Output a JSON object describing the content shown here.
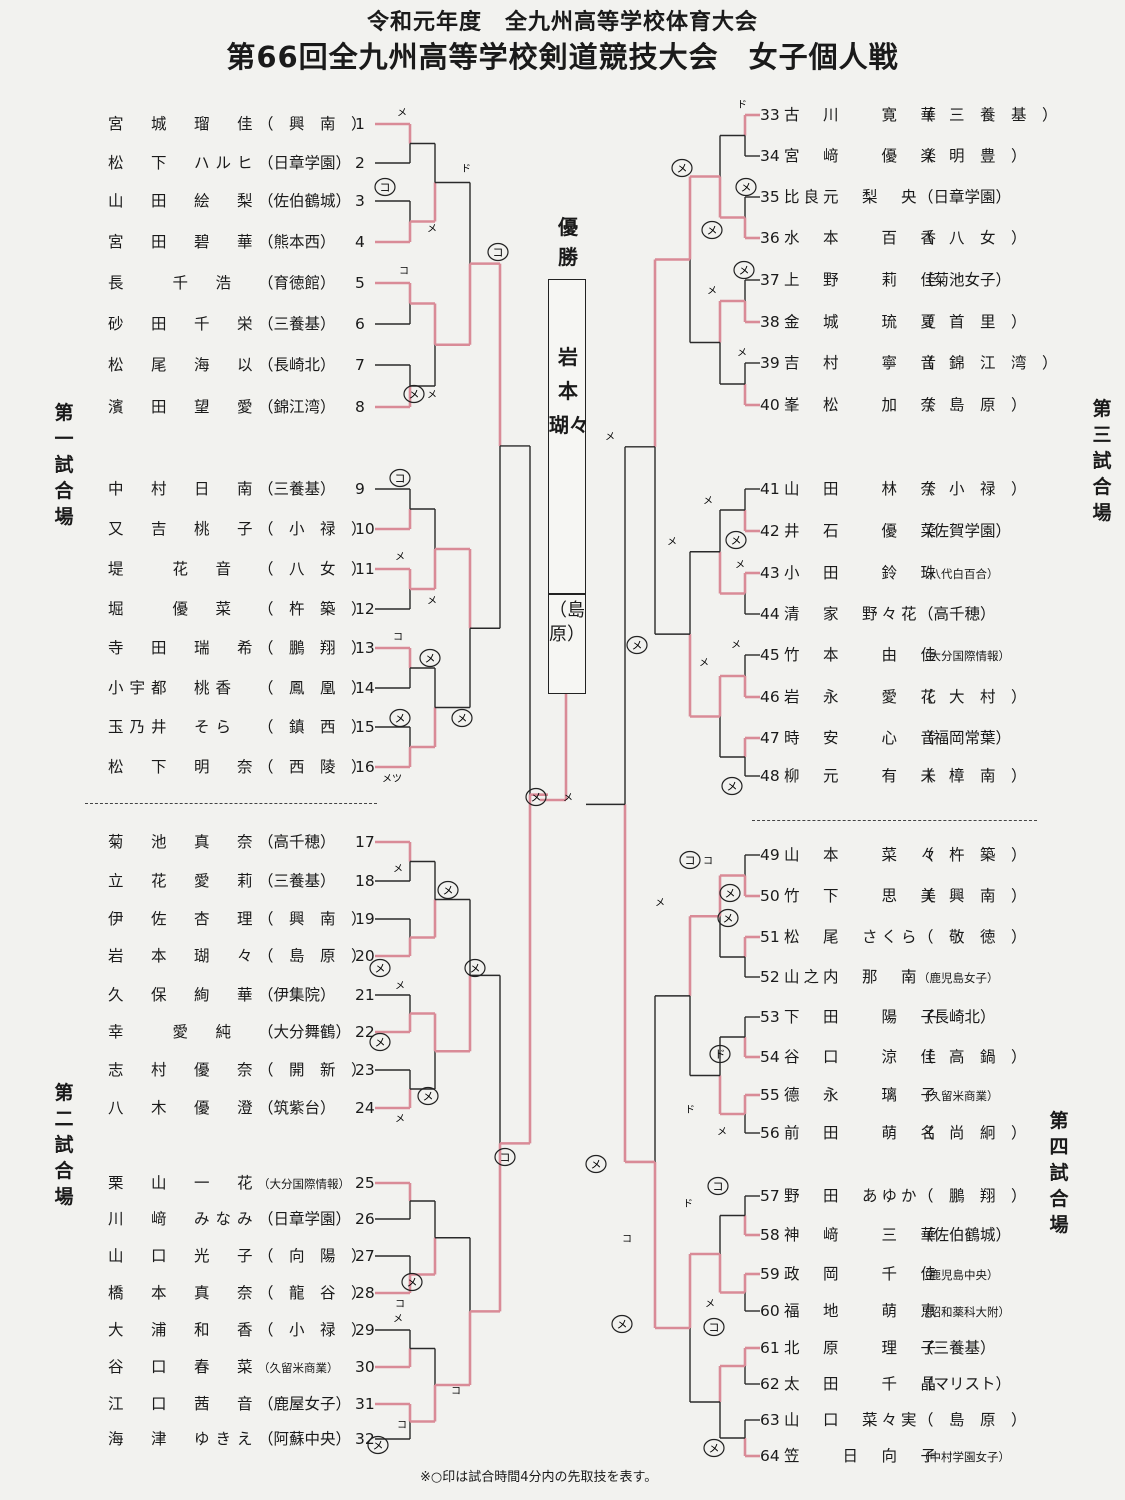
{
  "header": {
    "title1": "令和元年度　全九州高等学校体育大会",
    "title2": "第66回全九州高等学校剣道競技大会　女子個人戦"
  },
  "champion": {
    "label": "優勝",
    "name": "岩本　瑚々",
    "school": "（島原）"
  },
  "venues": {
    "v1": "第一試合場",
    "v2": "第二試合場",
    "v3": "第三試合場",
    "v4": "第四試合場"
  },
  "note": "※○印は試合時間4分内の先取技を表す。",
  "left_entries": [
    {
      "n": "1",
      "name": "宮　城　瑠　佳",
      "school": "（　興　南　）"
    },
    {
      "n": "2",
      "name": "松　下　ハルヒ",
      "school": "（日章学園）"
    },
    {
      "n": "3",
      "name": "山　田　絵　梨",
      "school": "（佐伯鶴城）"
    },
    {
      "n": "4",
      "name": "宮　田　碧　華",
      "school": "（熊本西）"
    },
    {
      "n": "5",
      "name": "長　　千　浩",
      "school": "（育徳館）"
    },
    {
      "n": "6",
      "name": "砂　田　千　栄",
      "school": "（三養基）"
    },
    {
      "n": "7",
      "name": "松　尾　海　以",
      "school": "（長崎北）"
    },
    {
      "n": "8",
      "name": "濱　田　望　愛",
      "school": "（錦江湾）"
    },
    {
      "n": "9",
      "name": "中　村　日　南",
      "school": "（三養基）"
    },
    {
      "n": "10",
      "name": "又　吉　桃　子",
      "school": "（　小　禄　）"
    },
    {
      "n": "11",
      "name": "堤　　花　音",
      "school": "（　八　女　）"
    },
    {
      "n": "12",
      "name": "堀　　優　菜",
      "school": "（　杵　築　）"
    },
    {
      "n": "13",
      "name": "寺　田　瑞　希",
      "school": "（　鵬　翔　）"
    },
    {
      "n": "14",
      "name": "小宇都　桃香",
      "school": "（　鳳　凰　）"
    },
    {
      "n": "15",
      "name": "玉乃井　そら",
      "school": "（　鎮　西　）"
    },
    {
      "n": "16",
      "name": "松　下　明　奈",
      "school": "（　西　陵　）"
    },
    {
      "n": "17",
      "name": "菊　池　真　奈",
      "school": "（高千穂）"
    },
    {
      "n": "18",
      "name": "立　花　愛　莉",
      "school": "（三養基）"
    },
    {
      "n": "19",
      "name": "伊　佐　杏　理",
      "school": "（　興　南　）"
    },
    {
      "n": "20",
      "name": "岩　本　瑚　々",
      "school": "（　島　原　）"
    },
    {
      "n": "21",
      "name": "久　保　絢　華",
      "school": "（伊集院）"
    },
    {
      "n": "22",
      "name": "幸　　愛　純",
      "school": "（大分舞鶴）"
    },
    {
      "n": "23",
      "name": "志　村　優　奈",
      "school": "（　開　新　）"
    },
    {
      "n": "24",
      "name": "八　木　優　澄",
      "school": "（筑紫台）"
    },
    {
      "n": "25",
      "name": "栗　山　一　花",
      "school": "（大分国際情報）",
      "small": true
    },
    {
      "n": "26",
      "name": "川　﨑　みなみ",
      "school": "（日章学園）"
    },
    {
      "n": "27",
      "name": "山　口　光　子",
      "school": "（　向　陽　）"
    },
    {
      "n": "28",
      "name": "橋　本　真　奈",
      "school": "（　龍　谷　）"
    },
    {
      "n": "29",
      "name": "大　浦　和　香",
      "school": "（　小　禄　）"
    },
    {
      "n": "30",
      "name": "谷　口　春　菜",
      "school": "（久留米商業）",
      "small": true
    },
    {
      "n": "31",
      "name": "江　口　茜　音",
      "school": "（鹿屋女子）"
    },
    {
      "n": "32",
      "name": "海　津　ゆきえ",
      "school": "（阿蘇中央）"
    }
  ],
  "right_entries": [
    {
      "n": "33",
      "name": "古　川　　寛　華",
      "school": "（　三　養　基　）"
    },
    {
      "n": "34",
      "name": "宮　﨑　　優　楽",
      "school": "（　明　豊　）"
    },
    {
      "n": "35",
      "name": "比良元　梨　央",
      "school": "（日章学園）"
    },
    {
      "n": "36",
      "name": "水　本　　百　香",
      "school": "（　八　女　）"
    },
    {
      "n": "37",
      "name": "上　野　　莉　佳",
      "school": "（菊池女子）"
    },
    {
      "n": "38",
      "name": "金　城　　琉　夏",
      "school": "（　首　里　）"
    },
    {
      "n": "39",
      "name": "吉　村　　寧　音",
      "school": "（　錦　江　湾　）"
    },
    {
      "n": "40",
      "name": "峯　松　　加　奈",
      "school": "（　島　原　）"
    },
    {
      "n": "41",
      "name": "山　田　　林　奈",
      "school": "（　小　禄　）"
    },
    {
      "n": "42",
      "name": "井　石　　優　菜",
      "school": "（佐賀学園）"
    },
    {
      "n": "43",
      "name": "小　田　　鈴　珠",
      "school": "（八代白百合）",
      "small": true
    },
    {
      "n": "44",
      "name": "清　家　野々花",
      "school": "（高千穂）"
    },
    {
      "n": "45",
      "name": "竹　本　　由　佳",
      "school": "（大分国際情報）",
      "small": true
    },
    {
      "n": "46",
      "name": "岩　永　　愛　花",
      "school": "（　大　村　）"
    },
    {
      "n": "47",
      "name": "時　安　　心　音",
      "school": "（福岡常葉）"
    },
    {
      "n": "48",
      "name": "柳　元　　有　未",
      "school": "（　樟　南　）"
    },
    {
      "n": "49",
      "name": "山　本　　菜　々",
      "school": "（　杵　築　）"
    },
    {
      "n": "50",
      "name": "竹　下　　思　美",
      "school": "（　興　南　）"
    },
    {
      "n": "51",
      "name": "松　尾　さくら",
      "school": "（　敬　徳　）"
    },
    {
      "n": "52",
      "name": "山之内　那　南",
      "school": "（鹿児島女子）",
      "small": true
    },
    {
      "n": "53",
      "name": "下　田　　陽　子",
      "school": "（長崎北）"
    },
    {
      "n": "54",
      "name": "谷　口　　涼　佳",
      "school": "（　高　鍋　）"
    },
    {
      "n": "55",
      "name": "德　永　　璃　子",
      "school": "（久留米商業）",
      "small": true
    },
    {
      "n": "56",
      "name": "前　田　　萌　名",
      "school": "（　尚　絅　）"
    },
    {
      "n": "57",
      "name": "野　田　あゆか",
      "school": "（　鵬　翔　）"
    },
    {
      "n": "58",
      "name": "神　﨑　　三　華",
      "school": "（佐伯鶴城）"
    },
    {
      "n": "59",
      "name": "政　岡　　千　佳",
      "school": "（鹿児島中央）",
      "small": true
    },
    {
      "n": "60",
      "name": "福　地　　萌　恵",
      "school": "（昭和薬科大附）",
      "small": true
    },
    {
      "n": "61",
      "name": "北　原　　理　子",
      "school": "（三養基）"
    },
    {
      "n": "62",
      "name": "太　田　　千　晶",
      "school": "（マリスト）"
    },
    {
      "n": "63",
      "name": "山　口　菜々実",
      "school": "（　島　原　）"
    },
    {
      "n": "64",
      "name": "笠　　日　向　子",
      "school": "（中村学園女子）",
      "small": true
    }
  ],
  "marks": {
    "me": "メ",
    "ko": "コ",
    "do": "ド",
    "metsu": "メツ"
  },
  "colors": {
    "winner_line": "#d98b97",
    "loser_line": "#2a2a2a",
    "paper": "#f2f2ef"
  }
}
